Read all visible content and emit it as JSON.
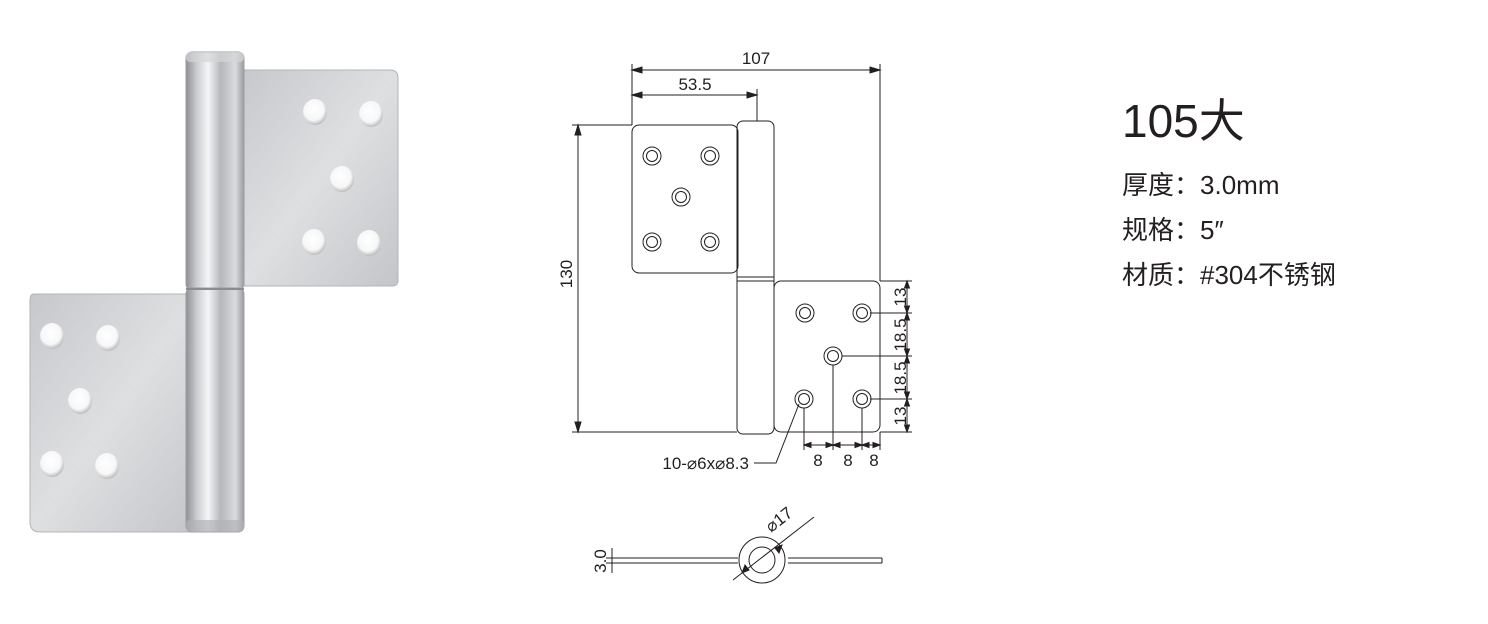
{
  "product": {
    "title": "105大",
    "specs": [
      {
        "label": "厚度：",
        "value": "3.0mm"
      },
      {
        "label": "规格：",
        "value": "5″"
      },
      {
        "label": "材质：",
        "value": "#304不锈钢"
      }
    ]
  },
  "drawing": {
    "dimensions": {
      "overall_width": "107",
      "half_width": "53.5",
      "height": "130",
      "right_1": "13",
      "right_2": "18.5",
      "right_3": "18.5",
      "right_4": "13",
      "bottom_1": "8",
      "bottom_2": "8",
      "bottom_3": "8",
      "holes": "10-⌀6x⌀8.3",
      "thickness": "3.0",
      "knuckle": "⌀17"
    }
  }
}
